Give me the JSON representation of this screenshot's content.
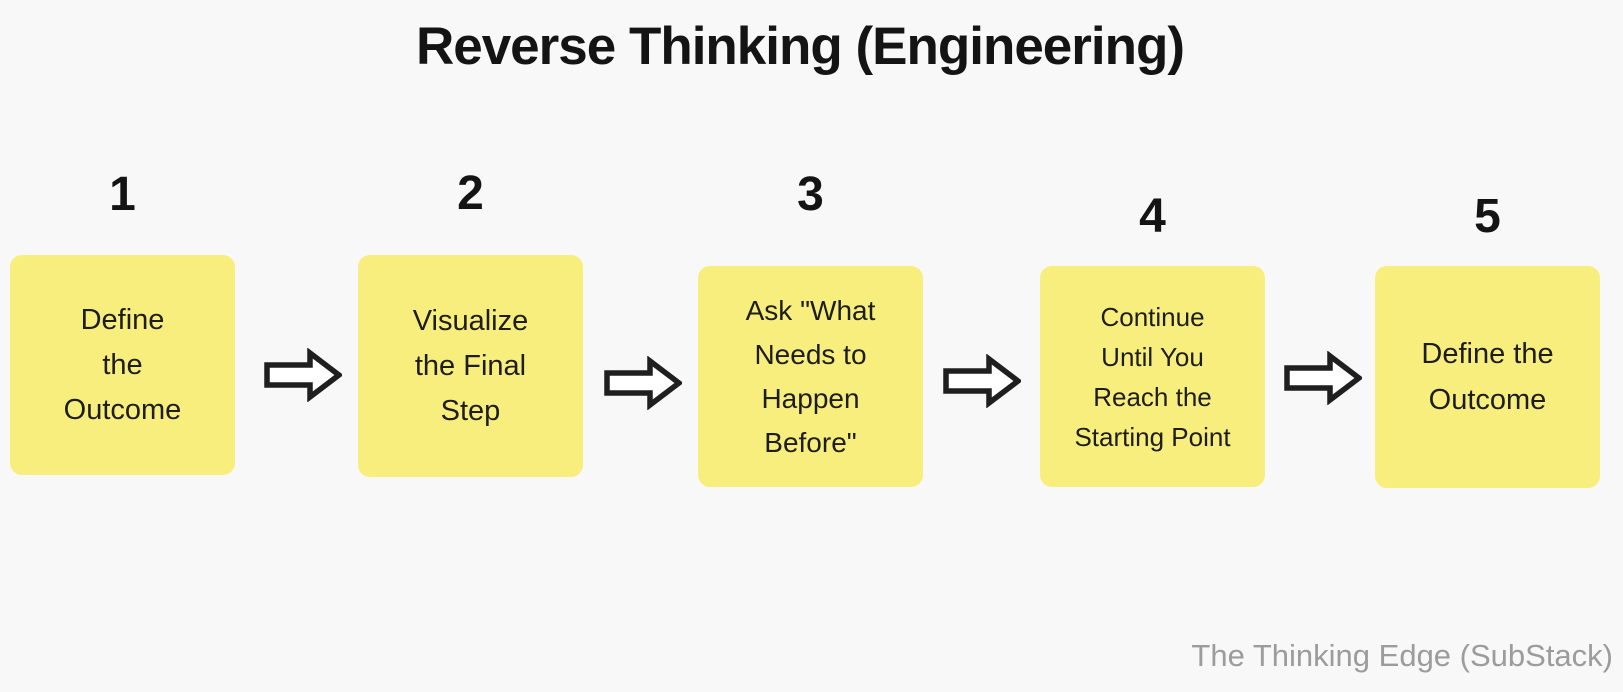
{
  "title": "Reverse Thinking (Engineering)",
  "attribution": "The Thinking Edge (SubStack)",
  "steps": [
    {
      "number": "1",
      "label": "Define\nthe\nOutcome"
    },
    {
      "number": "2",
      "label": "Visualize\nthe Final\nStep"
    },
    {
      "number": "3",
      "label": "Ask \"What\nNeeds to\nHappen\nBefore\""
    },
    {
      "number": "4",
      "label": "Continue\nUntil You\nReach the\nStarting Point"
    },
    {
      "number": "5",
      "label": "Define the\nOutcome"
    }
  ],
  "icons": {
    "connector": "right-block-arrow"
  },
  "colors": {
    "background": "#F8F8F9",
    "note": "#F8EE7E",
    "text": "#1D1D1B",
    "heading": "#141414",
    "arrow_fill": "#FFFFFF",
    "arrow_outline": "#1F1F1F",
    "attribution": "#9C9C9C"
  }
}
